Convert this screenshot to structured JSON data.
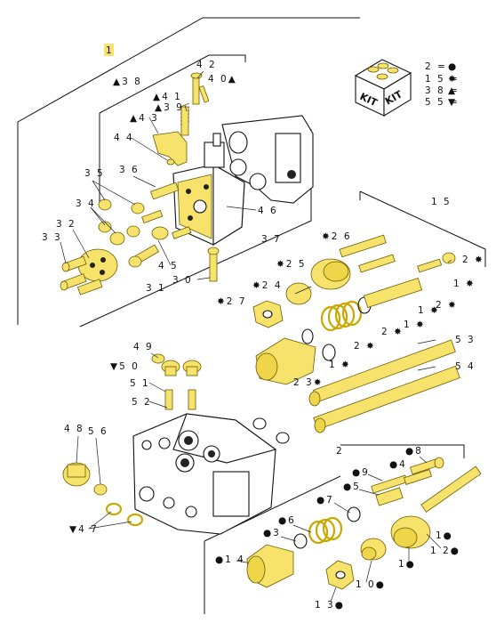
{
  "diagram_title": "Hydraulic control valve – exploded parts view",
  "highlight_label": "1",
  "kit_box": {
    "left_text": "KIT",
    "right_text": "KIT"
  },
  "legend": [
    {
      "text": "2 =",
      "symbol": "●"
    },
    {
      "text": "1 5 =",
      "symbol": "✸"
    },
    {
      "text": "3 8 =",
      "symbol": "▲"
    },
    {
      "text": "5 5 =",
      "symbol": "▼"
    }
  ],
  "callouts": {
    "c38": "▲3 8",
    "c42": "4 2",
    "c40": "4 0▲",
    "c41": "▲4 1",
    "c39": "▲3 9",
    "c43": "▲4 3",
    "c44": "4 4",
    "c35": "3 5",
    "c36": "3 6",
    "c34": "3 4",
    "c32": "3 2",
    "c33": "3 3",
    "c46": "4 6",
    "c37": "3 7",
    "c45": "4 5",
    "c30": "3 0",
    "c31": "3 1",
    "c15": "1 5",
    "c26": "✸2 6",
    "c25": "✸2 5",
    "c24": "✸2 4",
    "c27": "✸2 7",
    "c2a": "2 ✸",
    "c1a": "1 ✸",
    "c2b": "2 ✸",
    "c1b": "1 ✸",
    "c1c": "1 ✸",
    "c2c": "2 ✸",
    "c2d": "2 ✸",
    "c1d": "1 ✸",
    "c23": "2 3✸",
    "c53": "5 3",
    "c54": "5 4",
    "c49": "4 9",
    "c50": "▼5 0",
    "c51": "5 1",
    "c52": "5 2",
    "c48": "4 8",
    "c56": "5 6",
    "c47": "▼4 7",
    "c2": "2",
    "c8": "●8",
    "c9": "●9",
    "c4": "●4",
    "c5": "●5",
    "c7": "●7",
    "c6": "●6",
    "c3": "●3",
    "c14": "●1 4",
    "c13": "1 3●",
    "c10": "1 0●",
    "c11": "1●",
    "c12": "1 2●",
    "c1e": "1●"
  }
}
